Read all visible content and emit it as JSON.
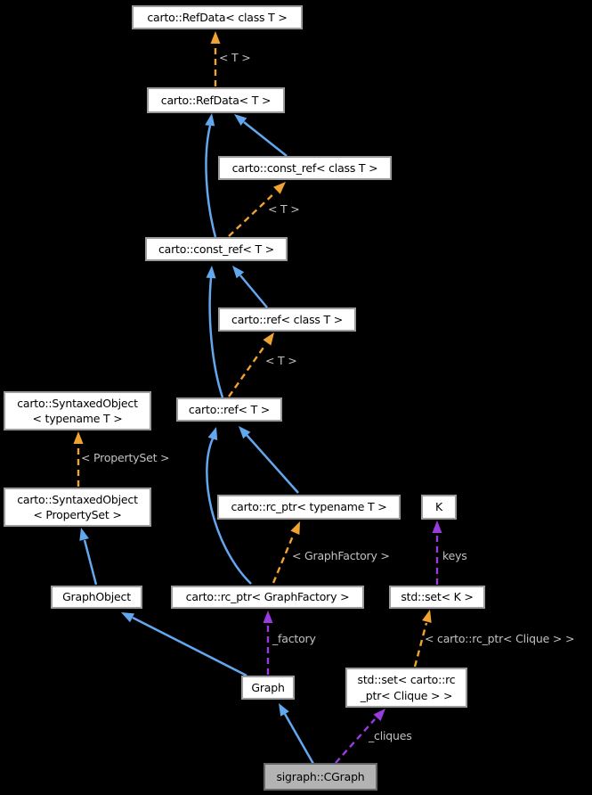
{
  "nodes": {
    "refdata_class_t": {
      "label": "carto::RefData< class T >"
    },
    "refdata_t": {
      "label": "carto::RefData< T >"
    },
    "const_ref_class_t": {
      "label": "carto::const_ref< class T >"
    },
    "const_ref_t": {
      "label": "carto::const_ref< T >"
    },
    "ref_class_t": {
      "label": "carto::ref< class T >"
    },
    "ref_t": {
      "label": "carto::ref< T >"
    },
    "syntaxed_object_typename": {
      "label": "carto::SyntaxedObject\n< typename T >"
    },
    "syntaxed_object_propertyset": {
      "label": "carto::SyntaxedObject\n< PropertySet >"
    },
    "graph_object": {
      "label": "GraphObject"
    },
    "rc_ptr_typename": {
      "label": "carto::rc_ptr< typename T >"
    },
    "k": {
      "label": "K"
    },
    "rc_ptr_graphfactory": {
      "label": "carto::rc_ptr< GraphFactory >"
    },
    "std_set_k": {
      "label": "std::set< K >"
    },
    "graph": {
      "label": "Graph"
    },
    "std_set_clique": {
      "label": "std::set< carto::rc\n_ptr< Clique > >"
    },
    "cgraph": {
      "label": "sigraph::CGraph"
    }
  },
  "edge_labels": {
    "template_t_refdata": "< T >",
    "template_t_const_ref": "< T >",
    "template_t_ref": "< T >",
    "template_propertyset": "< PropertySet >",
    "template_graphfactory": "< GraphFactory >",
    "template_clique": "< carto::rc_ptr< Clique > >",
    "member_keys": "keys",
    "member_factory": "_factory",
    "member_cliques": "_cliques"
  },
  "colors": {
    "background": "#000000",
    "inheritance_edge": "#63a7ee",
    "template_edge": "#f0a330",
    "usage_edge": "#9a3be0",
    "node_fill": "#ffffff",
    "node_border": "#9c9c9c",
    "node_text": "#000000",
    "focus_node_fill": "#b3b3b3",
    "focus_node_border": "#666666",
    "edge_label_text": "#c2c2c2"
  }
}
